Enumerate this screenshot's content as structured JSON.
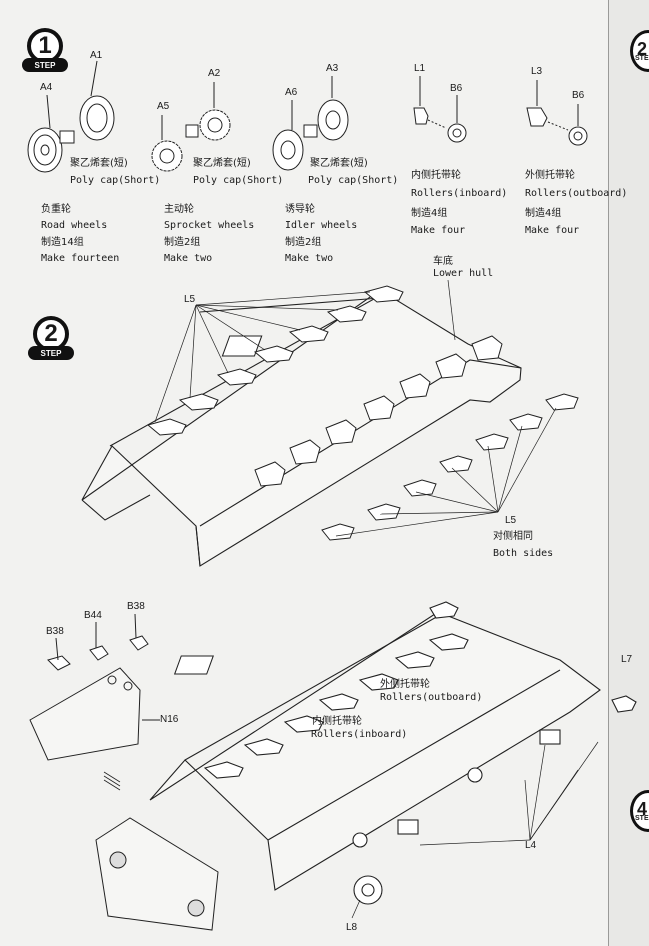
{
  "step1": {
    "number": "1",
    "tag": "STEP",
    "parts": {
      "a1": "A1",
      "a2": "A2",
      "a3": "A3",
      "a4": "A4",
      "a5": "A5",
      "a6": "A6",
      "l1": "L1",
      "l3": "L3",
      "b6a": "B6",
      "b6b": "B6"
    },
    "road": {
      "poly_cn": "聚乙烯套(短)",
      "poly_en": "Poly cap(Short)",
      "name_cn": "负重轮",
      "name_en": "Road  wheels",
      "qty_cn": "制造14组",
      "qty_en": "Make fourteen"
    },
    "sprocket": {
      "poly_cn": "聚乙烯套(短)",
      "poly_en": "Poly cap(Short)",
      "name_cn": "主动轮",
      "name_en": "Sprocket wheels",
      "qty_cn": "制造2组",
      "qty_en": "Make two"
    },
    "idler": {
      "poly_cn": "聚乙烯套(短)",
      "poly_en": "Poly cap(Short)",
      "name_cn": "诱导轮",
      "name_en": "Idler wheels",
      "qty_cn": "制造2组",
      "qty_en": "Make two"
    },
    "inboard": {
      "name_cn": "内侧托带轮",
      "name_en": "Rollers(inboard)",
      "qty_cn": "制造4组",
      "qty_en": "Make four"
    },
    "outboard": {
      "name_cn": "外侧托带轮",
      "name_en": "Rollers(outboard)",
      "qty_cn": "制造4组",
      "qty_en": "Make four"
    }
  },
  "step2": {
    "number": "2",
    "tag": "STEP",
    "hull_cn": "车底",
    "hull_en": "Lower hull",
    "l5_top": "L5",
    "l5_bottom": "L5",
    "both_cn": "对侧相同",
    "both_en": "Both sides"
  },
  "step3": {
    "b38a": "B38",
    "b44": "B44",
    "b38b": "B38",
    "n16": "N16",
    "outboard_cn": "外侧托带轮",
    "outboard_en": "Rollers(outboard)",
    "inboard_cn": "内侧托带轮",
    "inboard_en": "Rollers(inboard)",
    "l7": "L7",
    "l4": "L4",
    "l8": "L8"
  },
  "side": {
    "top": "2",
    "bottom": "4",
    "tag": "STE"
  }
}
